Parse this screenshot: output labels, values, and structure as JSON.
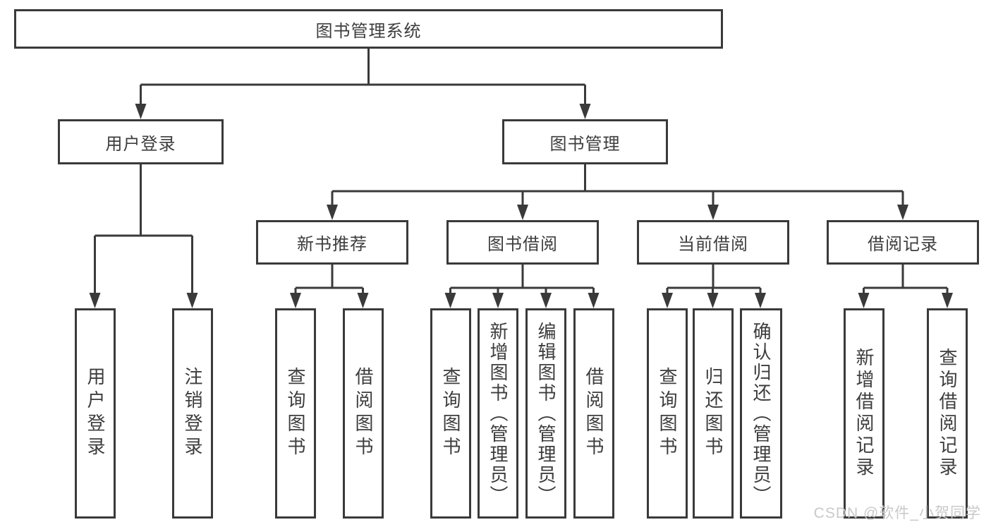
{
  "colors": {
    "line": "#3a3a3a",
    "text": "#3d3d3d",
    "background": "#ffffff",
    "watermark": "#c9c9c9"
  },
  "tree": {
    "root": {
      "label": "图书管理系统"
    },
    "branches": [
      {
        "label": "用户登录",
        "children": [
          {
            "label": "用户登录"
          },
          {
            "label": "注销登录"
          }
        ]
      },
      {
        "label": "图书管理",
        "children": [
          {
            "label": "新书推荐",
            "children": [
              {
                "label": "查询图书"
              },
              {
                "label": "借阅图书"
              }
            ]
          },
          {
            "label": "图书借阅",
            "children": [
              {
                "label": "查询图书"
              },
              {
                "label": "新增图书（管理员）"
              },
              {
                "label": "编辑图书（管理员）"
              },
              {
                "label": "借阅图书"
              }
            ]
          },
          {
            "label": "当前借阅",
            "children": [
              {
                "label": "查询图书"
              },
              {
                "label": "归还图书"
              },
              {
                "label": "确认归还（管理员）"
              }
            ]
          },
          {
            "label": "借阅记录",
            "children": [
              {
                "label": "新增借阅记录"
              },
              {
                "label": "查询借阅记录"
              }
            ]
          }
        ]
      }
    ]
  },
  "watermark": {
    "text": "CSDN @软件_小贺同学"
  }
}
